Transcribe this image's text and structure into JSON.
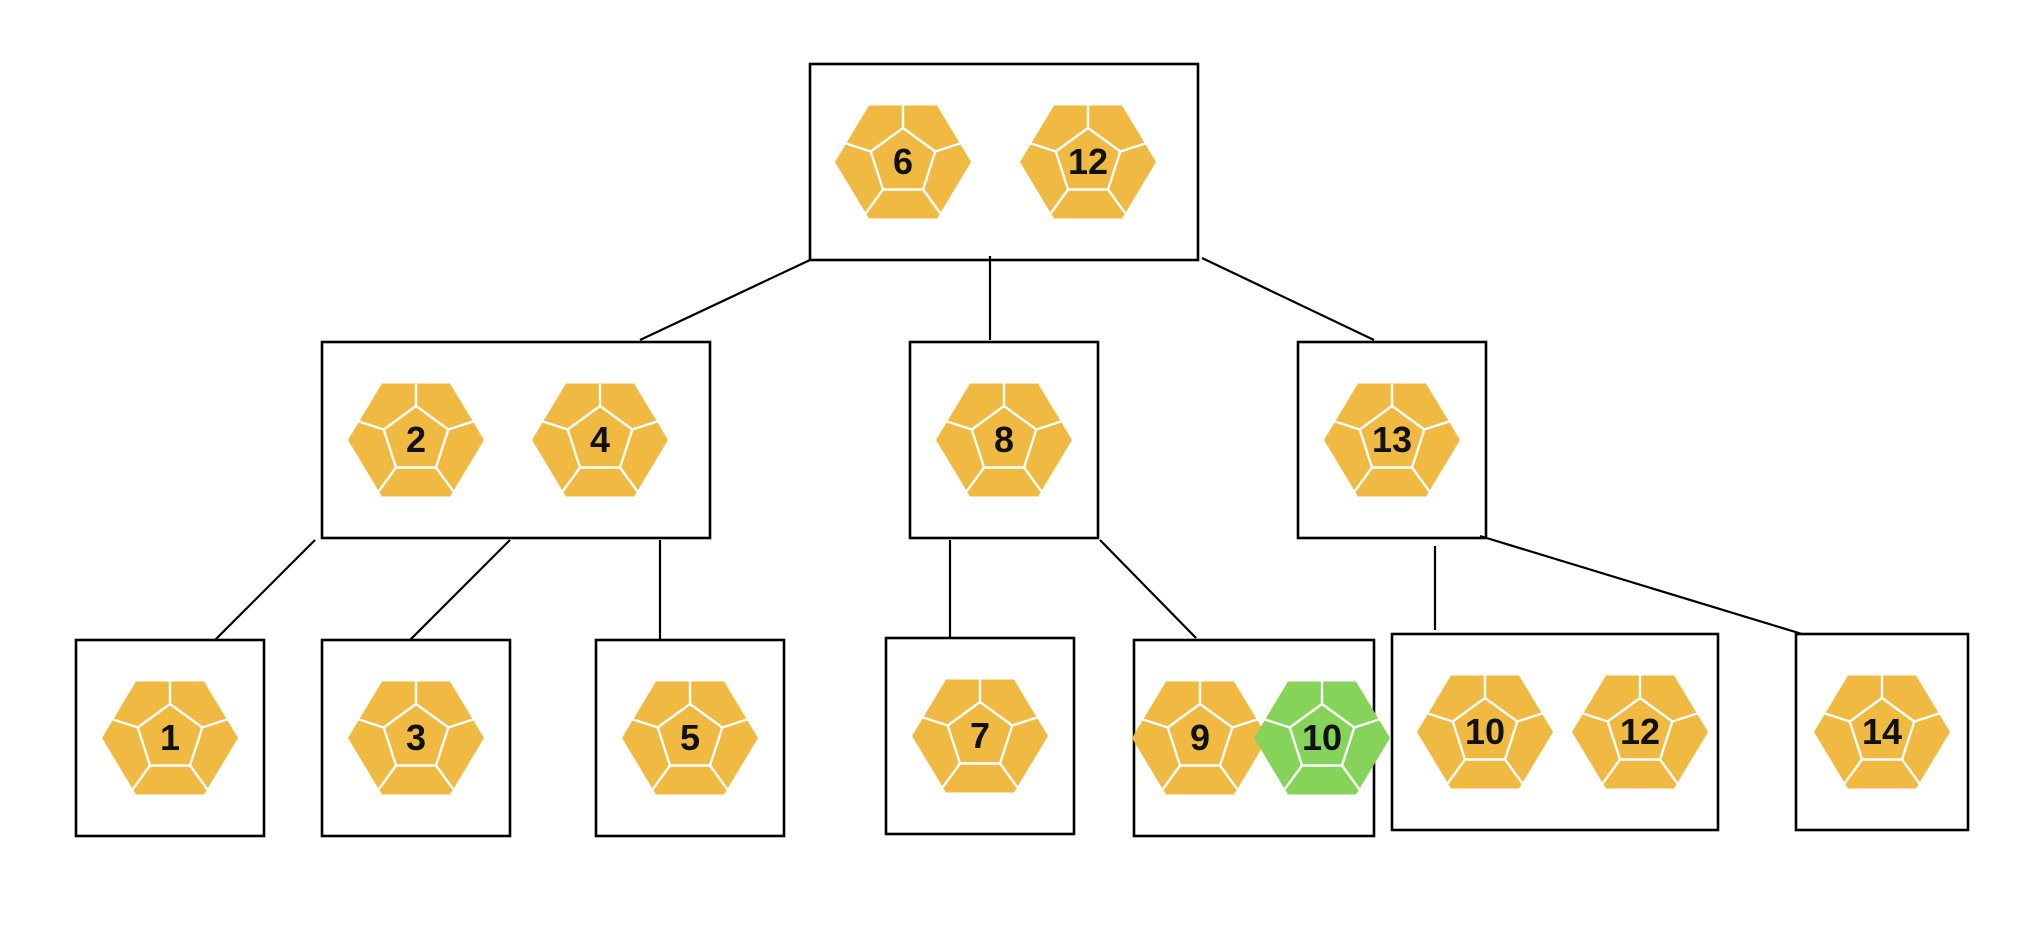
{
  "colors": {
    "die_default": "#f0b942",
    "die_highlight": "#85d459",
    "facet_lines": "#ffffff",
    "box_stroke": "#000000",
    "connector": "#000000",
    "label": "#111111"
  },
  "icon": "dodecahedron-die-icon",
  "tree": {
    "levels": [
      {
        "nodes": [
          {
            "id": "root",
            "keys": [
              {
                "label": "6"
              },
              {
                "label": "12"
              }
            ]
          }
        ]
      },
      {
        "nodes": [
          {
            "id": "n-2-4",
            "keys": [
              {
                "label": "2"
              },
              {
                "label": "4"
              }
            ]
          },
          {
            "id": "n-8",
            "keys": [
              {
                "label": "8"
              }
            ]
          },
          {
            "id": "n-13",
            "keys": [
              {
                "label": "13"
              }
            ]
          }
        ]
      },
      {
        "nodes": [
          {
            "id": "n-1",
            "keys": [
              {
                "label": "1"
              }
            ]
          },
          {
            "id": "n-3",
            "keys": [
              {
                "label": "3"
              }
            ]
          },
          {
            "id": "n-5",
            "keys": [
              {
                "label": "5"
              }
            ]
          },
          {
            "id": "n-7",
            "keys": [
              {
                "label": "7"
              }
            ]
          },
          {
            "id": "n-9-10",
            "keys": [
              {
                "label": "9"
              },
              {
                "label": "10",
                "highlight": true
              }
            ]
          },
          {
            "id": "n-10-12",
            "keys": [
              {
                "label": "10"
              },
              {
                "label": "12"
              }
            ]
          },
          {
            "id": "n-14",
            "keys": [
              {
                "label": "14"
              }
            ]
          }
        ]
      }
    ]
  }
}
